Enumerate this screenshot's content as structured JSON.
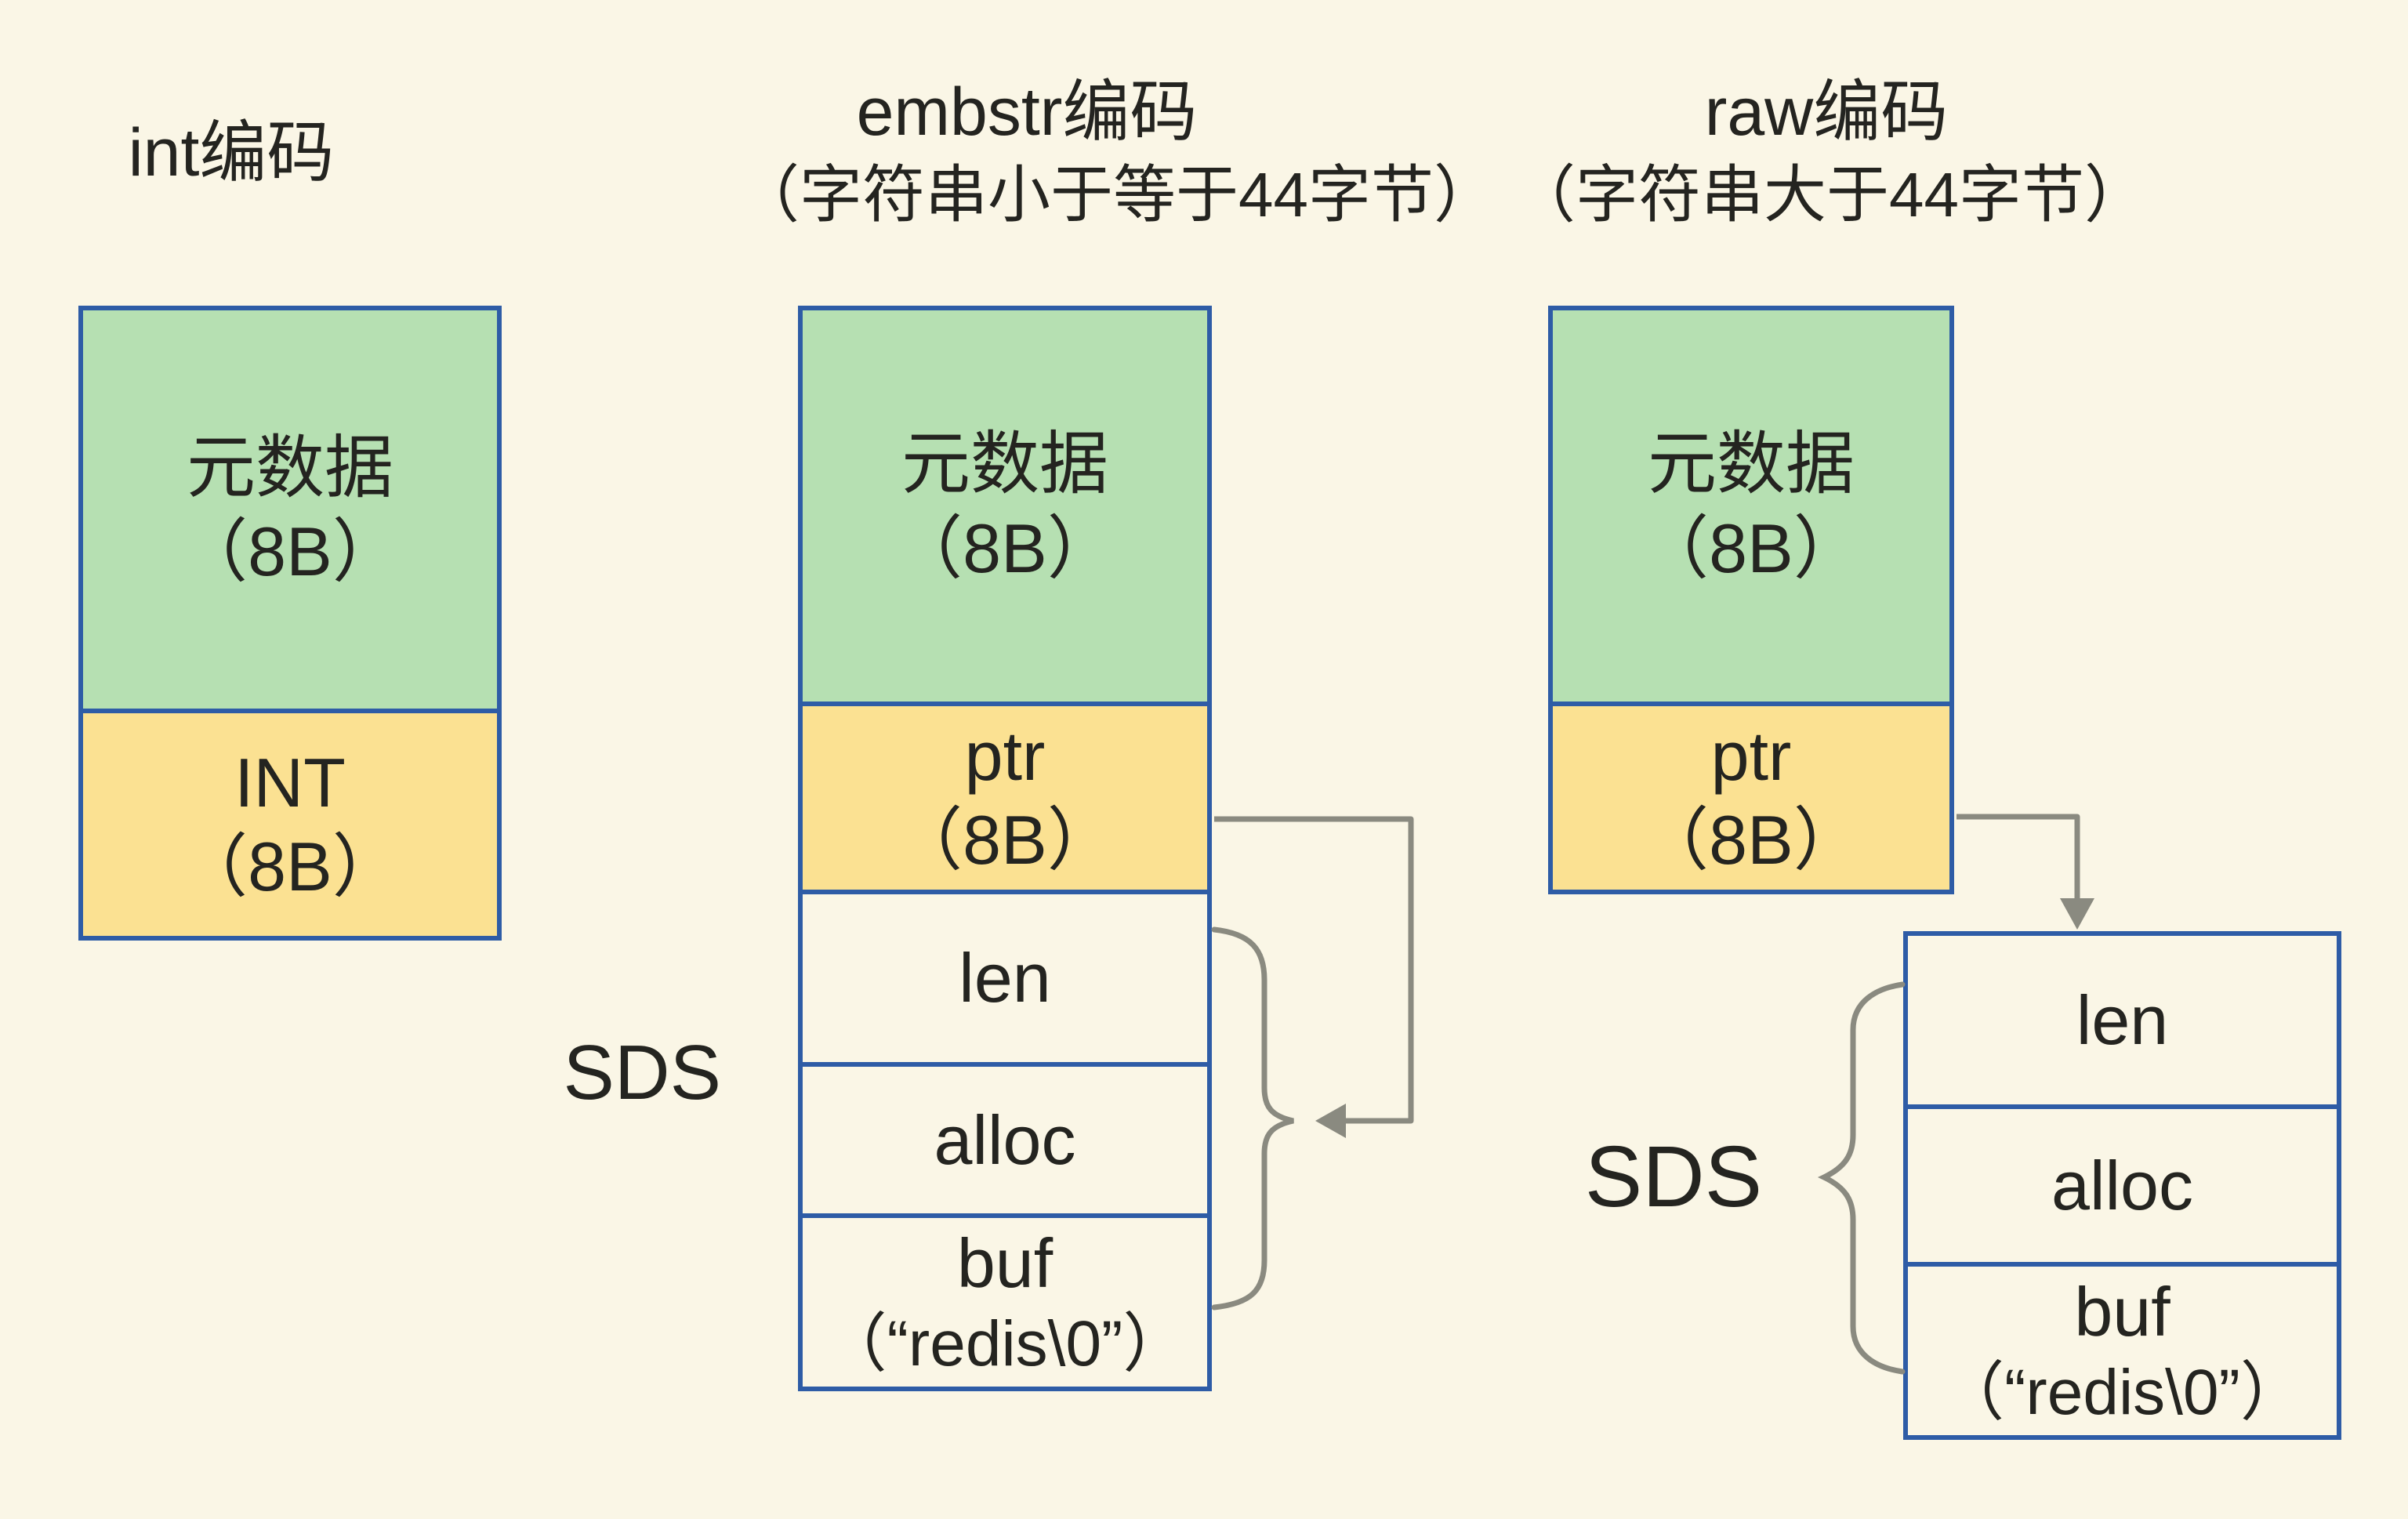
{
  "colors": {
    "background": "#FAF6E6",
    "metadata_fill": "#B6E0B2",
    "pointer_fill": "#FBE192",
    "box_border": "#2E5CA6",
    "connector_line": "#8A8A80",
    "text": "#242420"
  },
  "columns": {
    "int": {
      "title": "int编码",
      "meta_label": "元数据",
      "meta_size": "（8B）",
      "value_label": "INT",
      "value_size": "（8B）"
    },
    "embstr": {
      "title": "embstr编码",
      "subtitle": "（字符串小于等于44字节）",
      "meta_label": "元数据",
      "meta_size": "（8B）",
      "ptr_label": "ptr",
      "ptr_size": "（8B）",
      "sds_label": "SDS",
      "len_label": "len",
      "alloc_label": "alloc",
      "buf_label": "buf",
      "buf_value": "（“redis\\0”）"
    },
    "raw": {
      "title": "raw编码",
      "subtitle": "（字符串大于44字节）",
      "meta_label": "元数据",
      "meta_size": "（8B）",
      "ptr_label": "ptr",
      "ptr_size": "（8B）",
      "sds_label": "SDS",
      "len_label": "len",
      "alloc_label": "alloc",
      "buf_label": "buf",
      "buf_value": "（“redis\\0”）"
    }
  }
}
